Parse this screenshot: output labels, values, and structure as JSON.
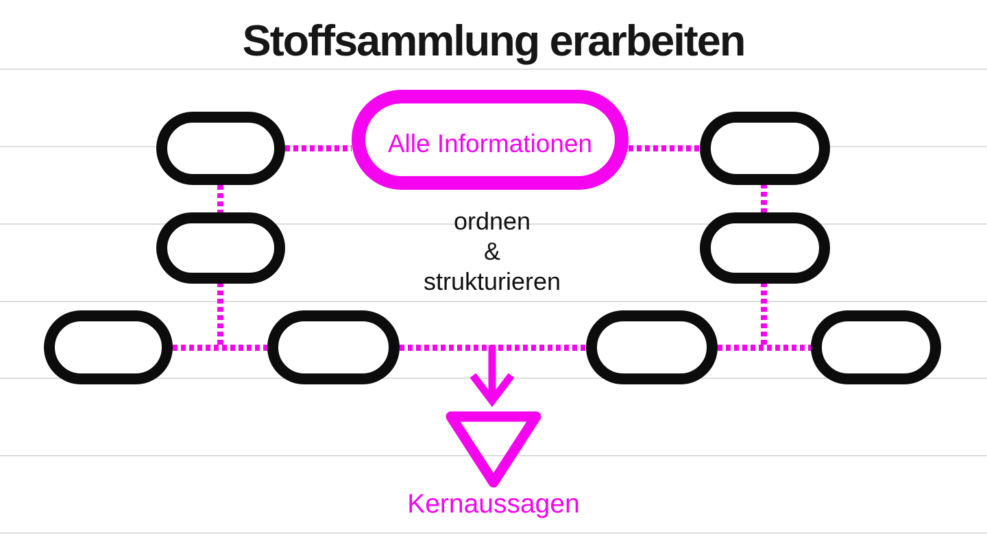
{
  "title": "Stoffsammlung erarbeiten",
  "diagram": {
    "central_node": {
      "label": "Alle Informationen"
    },
    "note": {
      "lines": [
        "ordnen",
        "&",
        "strukturieren"
      ]
    },
    "funnel": {
      "label": "Kernaussagen"
    },
    "empty_nodes": [
      {
        "id": "row1-left",
        "label": ""
      },
      {
        "id": "row1-right",
        "label": ""
      },
      {
        "id": "row2-left",
        "label": ""
      },
      {
        "id": "row2-right",
        "label": ""
      },
      {
        "id": "row3-far-left",
        "label": ""
      },
      {
        "id": "row3-mid-left",
        "label": ""
      },
      {
        "id": "row3-mid-right",
        "label": ""
      },
      {
        "id": "row3-far-right",
        "label": ""
      }
    ]
  },
  "colors": {
    "magenta": "#f504ef",
    "node_black": "#0c0c0c",
    "ruled_line": "#dcdcdc",
    "background": "#ffffff"
  }
}
